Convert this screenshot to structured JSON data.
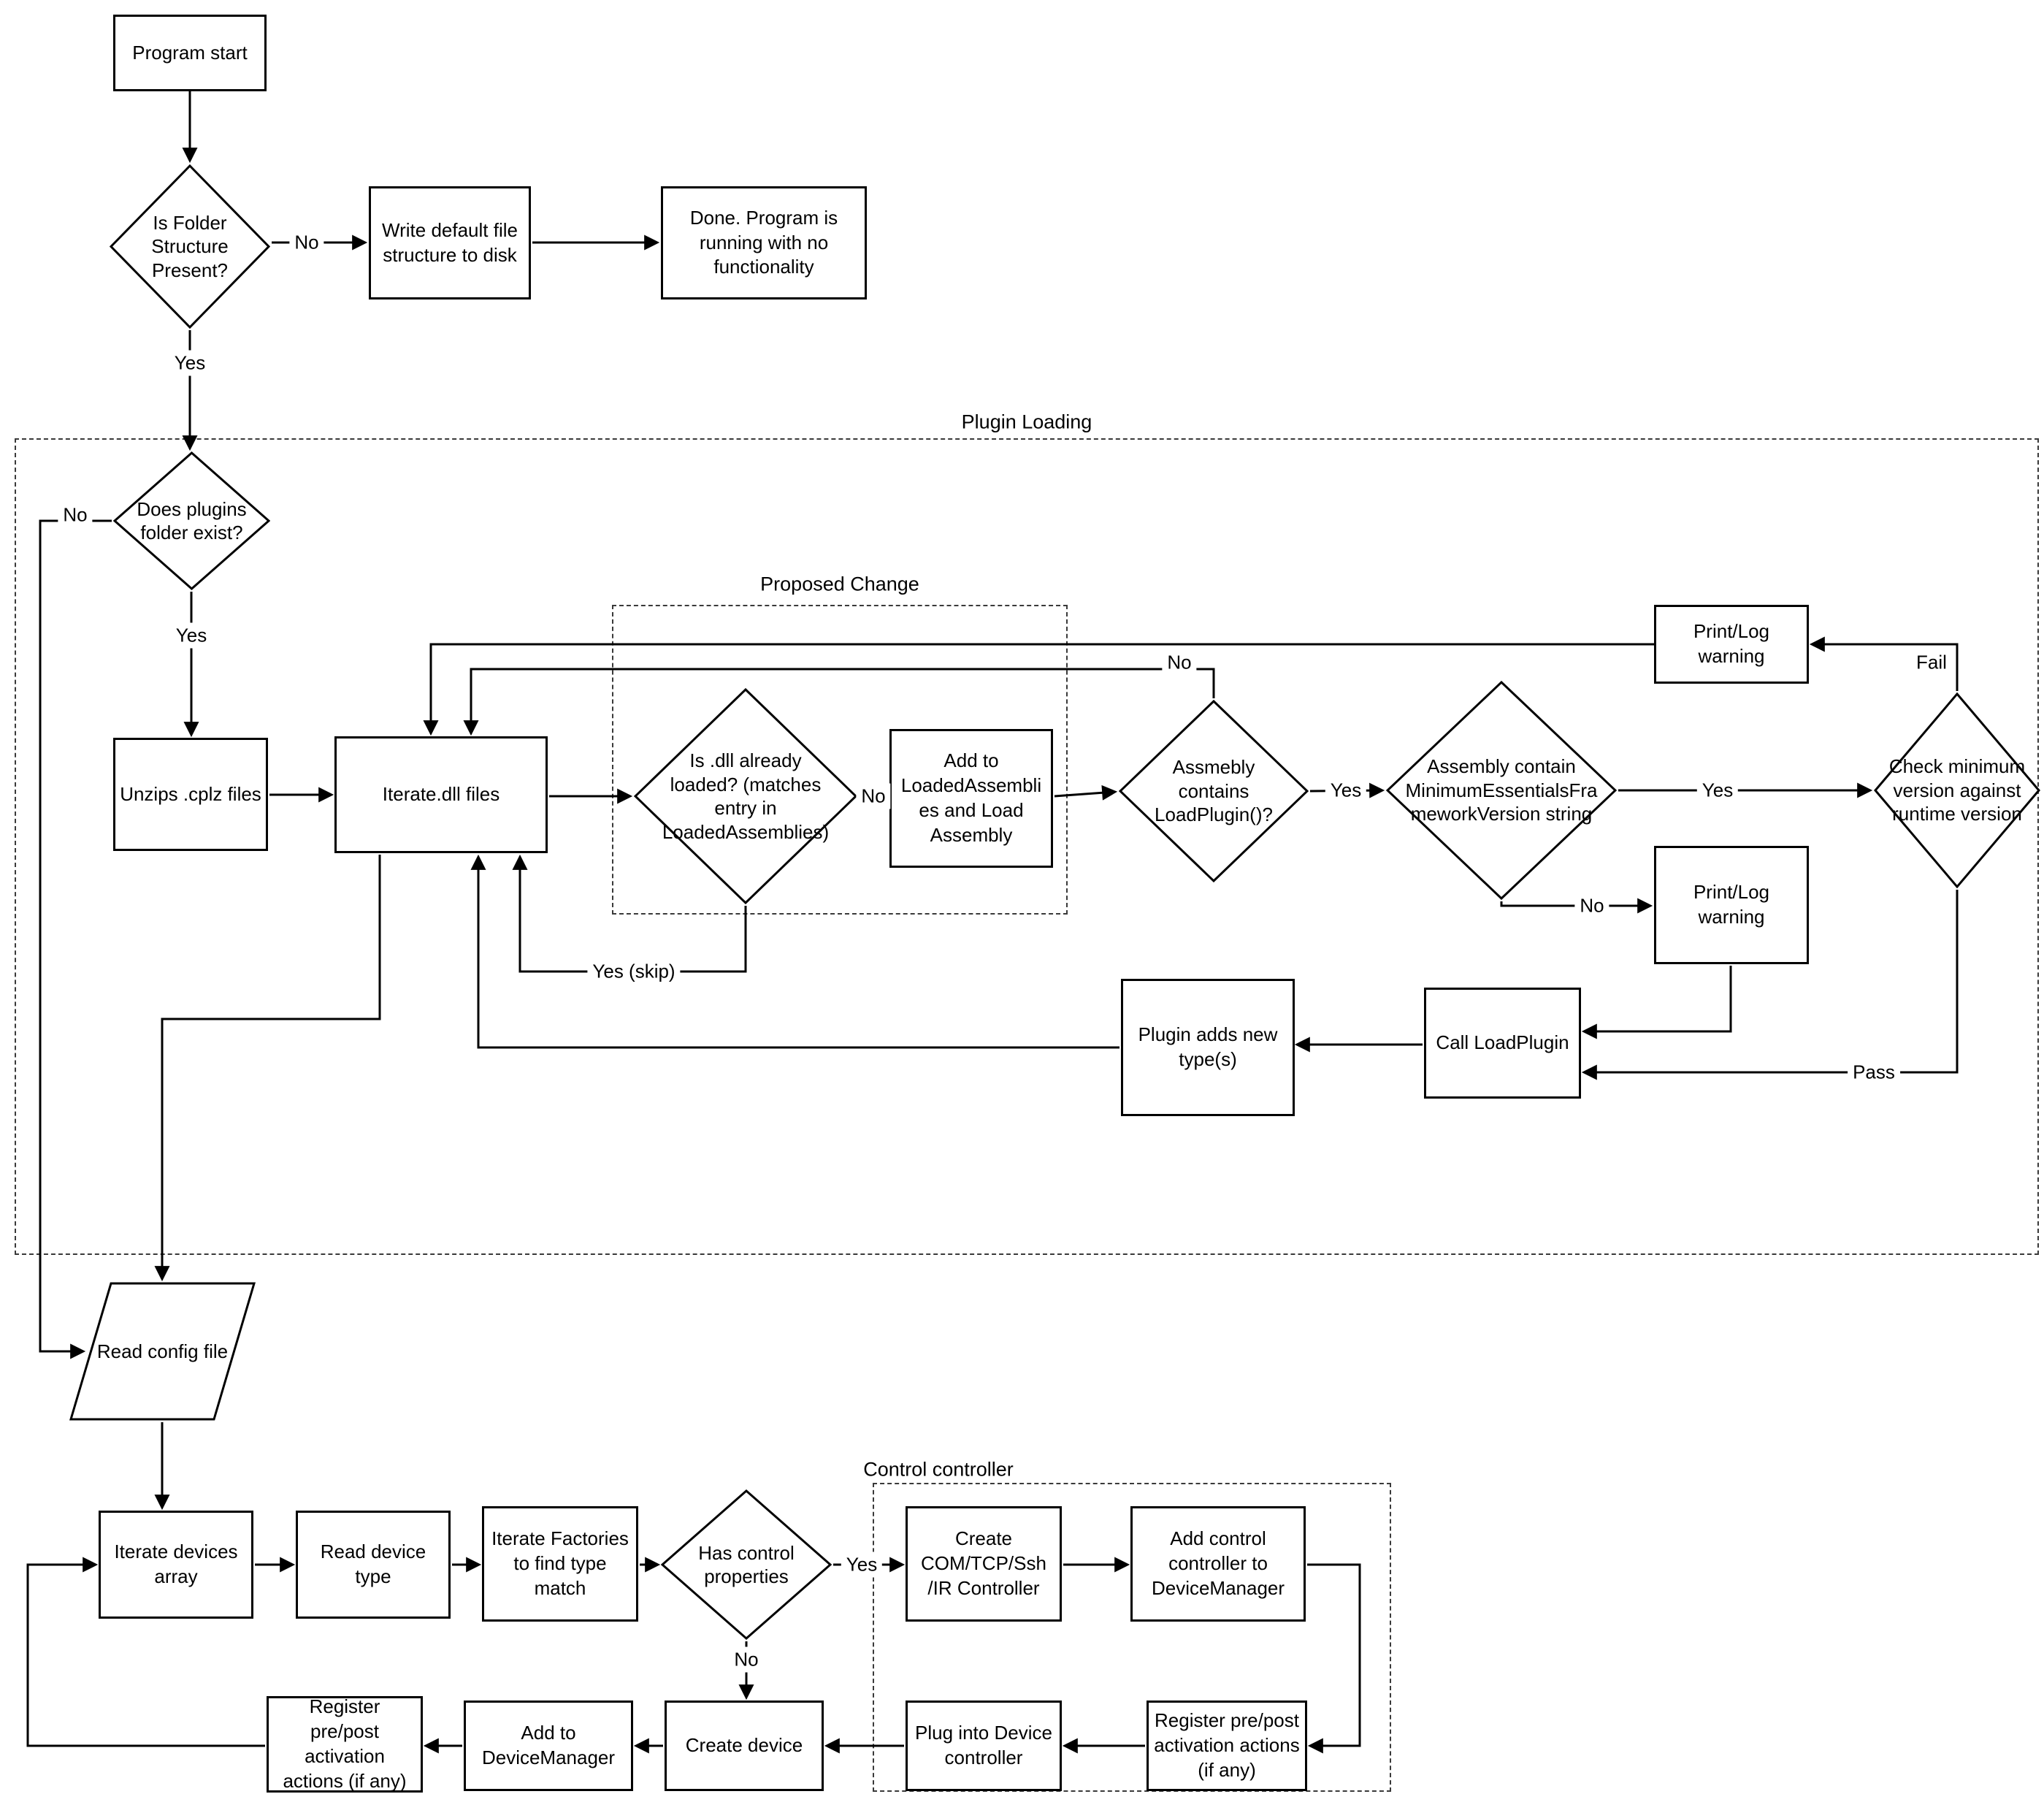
{
  "containers": {
    "plugin_loading": "Plugin Loading",
    "proposed_change": "Proposed Change",
    "control_controller": "Control controller"
  },
  "nodes": {
    "program_start": "Program start",
    "folder_structure": "Is Folder Structure Present?",
    "write_default": "Write default file structure to disk",
    "done": "Done.  Program is running with no functionality",
    "plugins_folder": "Does plugins folder exist?",
    "unzips_cplz": "Unzips .cplz files",
    "iterate_dll": "Iterate.dll files",
    "dll_loaded": "Is .dll already loaded? (matches entry in LoadedAssemblies)",
    "add_to_loaded": "Add to LoadedAssemblies and Load Assembly",
    "contains_loadplugin": "Assmebly contains LoadPlugin()?",
    "min_version_string": "Assembly contain MinimumEssentialsFrameworkVersion string",
    "check_min_version": "Check minimum version against runtime version",
    "print_log_warning_top": "Print/Log warning",
    "print_log_warning_mid": "Print/Log warning",
    "call_loadplugin": "Call LoadPlugin",
    "plugin_adds_types": "Plugin adds new type(s)",
    "read_config": "Read config file",
    "iterate_devices": "Iterate devices array",
    "read_device_type": "Read device type",
    "iterate_factories": "Iterate Factories to find type match",
    "has_control": "Has control properties",
    "create_controller": "Create COM/TCP/Ssh /IR Controller",
    "add_control_controller": "Add control controller to DeviceManager",
    "register_pre_post_right": "Register pre/post activation actions (if any)",
    "plug_into_device": "Plug into Device controller",
    "create_device": "Create device",
    "add_to_devicemanager": "Add to DeviceManager",
    "register_pre_post_left": "Register pre/post activation actions (if any)"
  },
  "edge_labels": {
    "folder_no": "No",
    "folder_yes": "Yes",
    "plugins_no": "No",
    "plugins_yes": "Yes",
    "dll_loaded_no": "No",
    "dll_loaded_yes_skip": "Yes (skip)",
    "contains_no": "No",
    "contains_yes": "Yes",
    "min_version_yes": "Yes",
    "min_version_no": "No",
    "check_fail": "Fail",
    "check_pass": "Pass",
    "has_control_yes": "Yes",
    "has_control_no": "No"
  },
  "colors": {
    "stroke": "#000000",
    "background": "#ffffff",
    "dashed_border": "#3a3a3a"
  }
}
